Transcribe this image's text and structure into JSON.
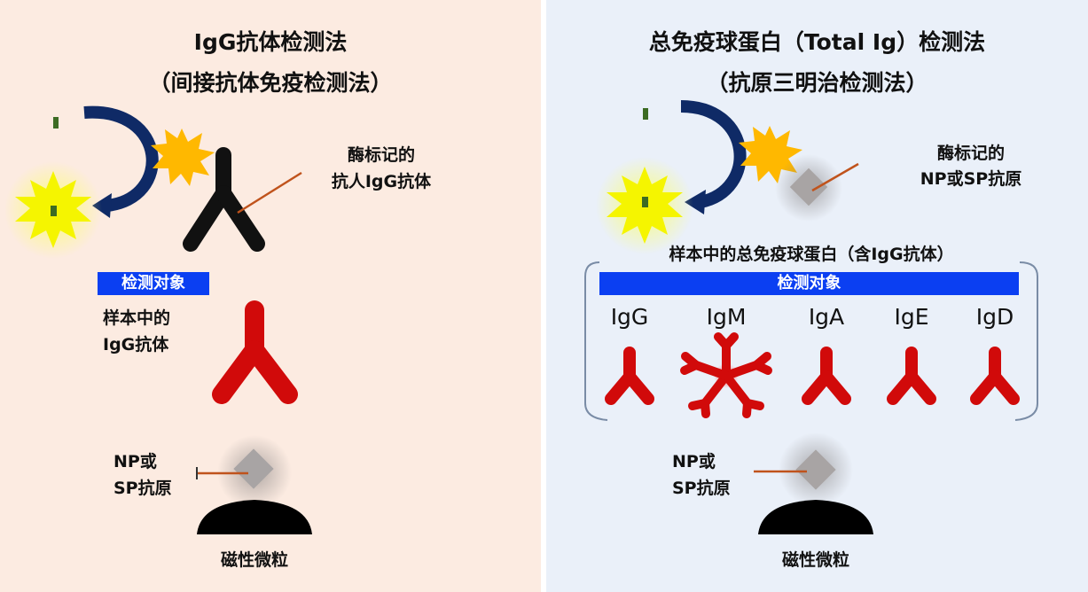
{
  "left": {
    "title_line1": "IgG抗体检测法",
    "title_line2": "（间接抗体免疫检测法）",
    "enzyme_label_line1": "酶标记的",
    "enzyme_label_line2": "抗人IgG抗体",
    "target_bar": "检测对象",
    "sample_line1": "样本中的",
    "sample_line2": "IgG抗体",
    "antigen_line1": "NP或",
    "antigen_line2": "SP抗原",
    "particle": "磁性微粒"
  },
  "right": {
    "title_line1": "总免疫球蛋白（Total Ig）检测法",
    "title_line2": "（抗原三明治检测法）",
    "enzyme_label_line1": "酶标记的",
    "enzyme_label_line2": "NP或SP抗原",
    "sample_caption": "样本中的总免疫球蛋白（含IgG抗体）",
    "target_bar": "检测对象",
    "ig_types": [
      "IgG",
      "IgM",
      "IgA",
      "IgE",
      "IgD"
    ],
    "antigen_line1": "NP或",
    "antigen_line2": "SP抗原",
    "particle": "磁性微粒"
  },
  "colors": {
    "left_bg": "#fcebe1",
    "right_bg": "#eaf0f9",
    "target_bar": "#0b3ff2",
    "antibody_red": "#d10a0a",
    "enzyme_antibody": "#111111",
    "arrow": "#0f2a66",
    "burst_orange": "#ffb800",
    "burst_yellow": "#f5f500",
    "pointer_line": "#c0531c",
    "antigen_gray": "#a8a4a4",
    "particle": "#000000"
  }
}
